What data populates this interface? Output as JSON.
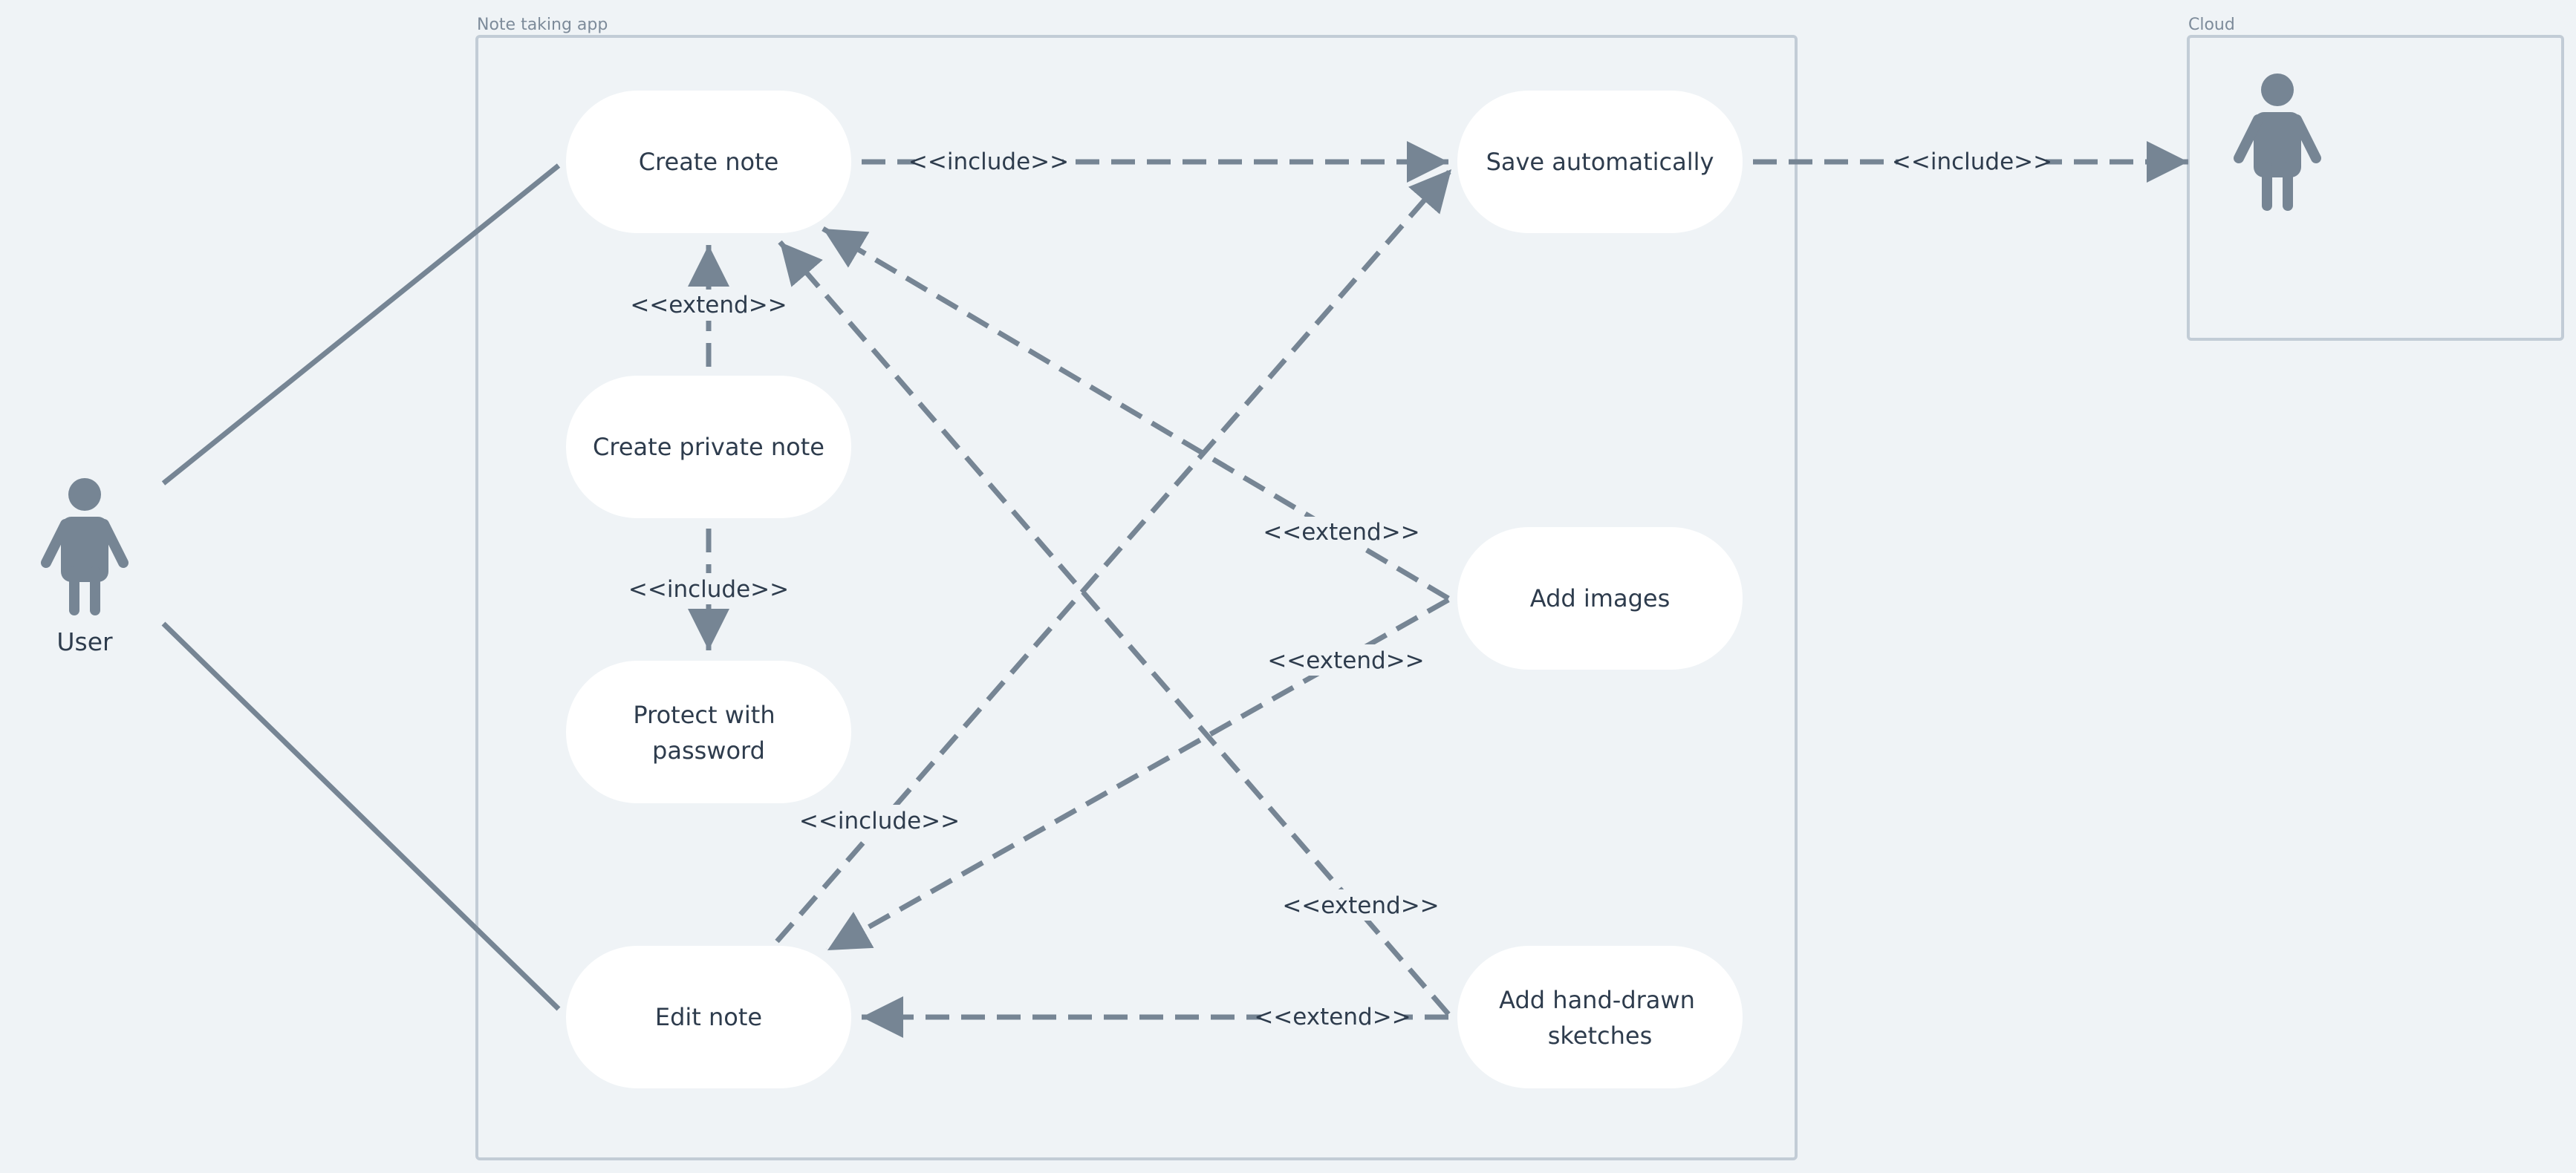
{
  "diagram": {
    "type": "use-case",
    "colors": {
      "background": "#eff3f6",
      "frame_stroke": "#c2ccd6",
      "line": "#768594",
      "usecase_fill": "#ffffff",
      "text": "#2e3c4d",
      "frame_label": "#7d8b9a"
    },
    "frames": {
      "app": {
        "label": "Note taking app"
      },
      "cloud": {
        "label": "Cloud"
      }
    },
    "actors": {
      "user": {
        "label": "User",
        "icon": "person-icon"
      },
      "cloud": {
        "icon": "person-icon"
      }
    },
    "usecases": {
      "create_note": {
        "lines": [
          "Create note"
        ]
      },
      "create_private_note": {
        "lines": [
          "Create private note"
        ]
      },
      "protect_password": {
        "lines": [
          "Protect with",
          "password"
        ]
      },
      "edit_note": {
        "lines": [
          "Edit note"
        ]
      },
      "save_automatically": {
        "lines": [
          "Save automatically"
        ]
      },
      "add_images": {
        "lines": [
          "Add images"
        ]
      },
      "add_sketches": {
        "lines": [
          "Add hand-drawn",
          "sketches"
        ]
      }
    },
    "relations": [
      {
        "id": "user-create",
        "from": "user",
        "to": "create_note",
        "kind": "association"
      },
      {
        "id": "user-edit",
        "from": "user",
        "to": "edit_note",
        "kind": "association"
      },
      {
        "id": "create-save",
        "from": "create_note",
        "to": "save_automatically",
        "kind": "dependency",
        "label": "<<include>>"
      },
      {
        "id": "save-cloud",
        "from": "save_automatically",
        "to": "cloud",
        "kind": "dependency",
        "label": "<<include>>"
      },
      {
        "id": "private-create",
        "from": "create_private_note",
        "to": "create_note",
        "kind": "dependency",
        "label": "<<extend>>"
      },
      {
        "id": "private-protect",
        "from": "create_private_note",
        "to": "protect_password",
        "kind": "dependency",
        "label": "<<include>>"
      },
      {
        "id": "images-create",
        "from": "add_images",
        "to": "create_note",
        "kind": "dependency",
        "label": "<<extend>>"
      },
      {
        "id": "images-edit",
        "from": "add_images",
        "to": "edit_note",
        "kind": "dependency",
        "label": "<<extend>>"
      },
      {
        "id": "sketches-create",
        "from": "add_sketches",
        "to": "create_note",
        "kind": "dependency",
        "label": "<<extend>>"
      },
      {
        "id": "sketches-edit",
        "from": "add_sketches",
        "to": "edit_note",
        "kind": "dependency",
        "label": "<<extend>>"
      },
      {
        "id": "edit-save",
        "from": "edit_note",
        "to": "save_automatically",
        "kind": "dependency",
        "label": "<<include>>"
      }
    ]
  }
}
